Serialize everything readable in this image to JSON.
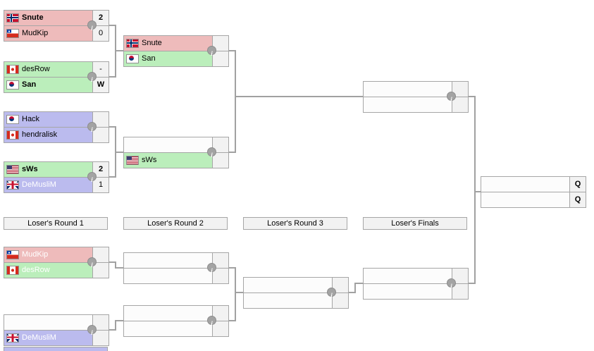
{
  "colors": {
    "red_row": "#EEBBBB",
    "green_row": "#BBEEBB",
    "blue_row": "#BBBBEE",
    "empty_row": "#FCFCFC",
    "score_cell": "#F2F2F2",
    "border": "#A6A6A6",
    "connector": "#A1A1A1"
  },
  "winners": {
    "round1": [
      {
        "top": {
          "name": "Snute",
          "flag": "norway",
          "color": "red",
          "score": "2",
          "winner": true
        },
        "bottom": {
          "name": "MudKip",
          "flag": "chile",
          "color": "red",
          "score": "0"
        }
      },
      {
        "top": {
          "name": "desRow",
          "flag": "canada",
          "color": "green",
          "score": "-"
        },
        "bottom": {
          "name": "San",
          "flag": "southkorea",
          "color": "green",
          "score": "W",
          "winner": true
        }
      },
      {
        "top": {
          "name": "Hack",
          "flag": "southkorea",
          "color": "blue",
          "score": ""
        },
        "bottom": {
          "name": "hendralisk",
          "flag": "canada",
          "color": "blue",
          "score": ""
        }
      },
      {
        "top": {
          "name": "sWs",
          "flag": "usa",
          "color": "green",
          "score": "2",
          "winner": true
        },
        "bottom": {
          "name": "DeMusliM",
          "flag": "uk",
          "color": "blue",
          "score": "1"
        }
      }
    ],
    "round2": [
      {
        "top": {
          "name": "Snute",
          "flag": "norway",
          "color": "red",
          "score": ""
        },
        "bottom": {
          "name": "San",
          "flag": "southkorea",
          "color": "green",
          "score": ""
        }
      },
      {
        "top": {
          "name": "",
          "score": ""
        },
        "bottom": {
          "name": "sWs",
          "flag": "usa",
          "color": "green",
          "score": ""
        }
      }
    ],
    "final": {
      "top": {
        "name": "",
        "score": ""
      },
      "bottom": {
        "name": "",
        "score": ""
      }
    }
  },
  "grand_final": {
    "top": {
      "name": "",
      "score": "Q"
    },
    "bottom": {
      "name": "",
      "score": "Q"
    }
  },
  "losers": {
    "labels": [
      "Loser's Round 1",
      "Loser's Round 2",
      "Loser's Round 3",
      "Loser's Finals"
    ],
    "round1": [
      {
        "top": {
          "name": "MudKip",
          "flag": "chile",
          "color": "red",
          "score": ""
        },
        "bottom": {
          "name": "desRow",
          "flag": "canada",
          "color": "green",
          "score": ""
        }
      },
      {
        "top": {
          "name": "",
          "score": ""
        },
        "bottom": {
          "name": "DeMusliM",
          "flag": "uk",
          "color": "blue",
          "score": ""
        }
      }
    ],
    "round2": [
      {
        "top": {
          "name": "",
          "score": ""
        },
        "bottom": {
          "name": "",
          "score": ""
        }
      },
      {
        "top": {
          "name": "",
          "score": ""
        },
        "bottom": {
          "name": "",
          "score": ""
        }
      }
    ],
    "round3": [
      {
        "top": {
          "name": "",
          "score": ""
        },
        "bottom": {
          "name": "",
          "score": ""
        }
      }
    ],
    "final": {
      "top": {
        "name": "",
        "score": ""
      },
      "bottom": {
        "name": "",
        "score": ""
      }
    }
  },
  "cropped_next_match": {
    "top": {
      "name": "",
      "color": "blue"
    }
  }
}
